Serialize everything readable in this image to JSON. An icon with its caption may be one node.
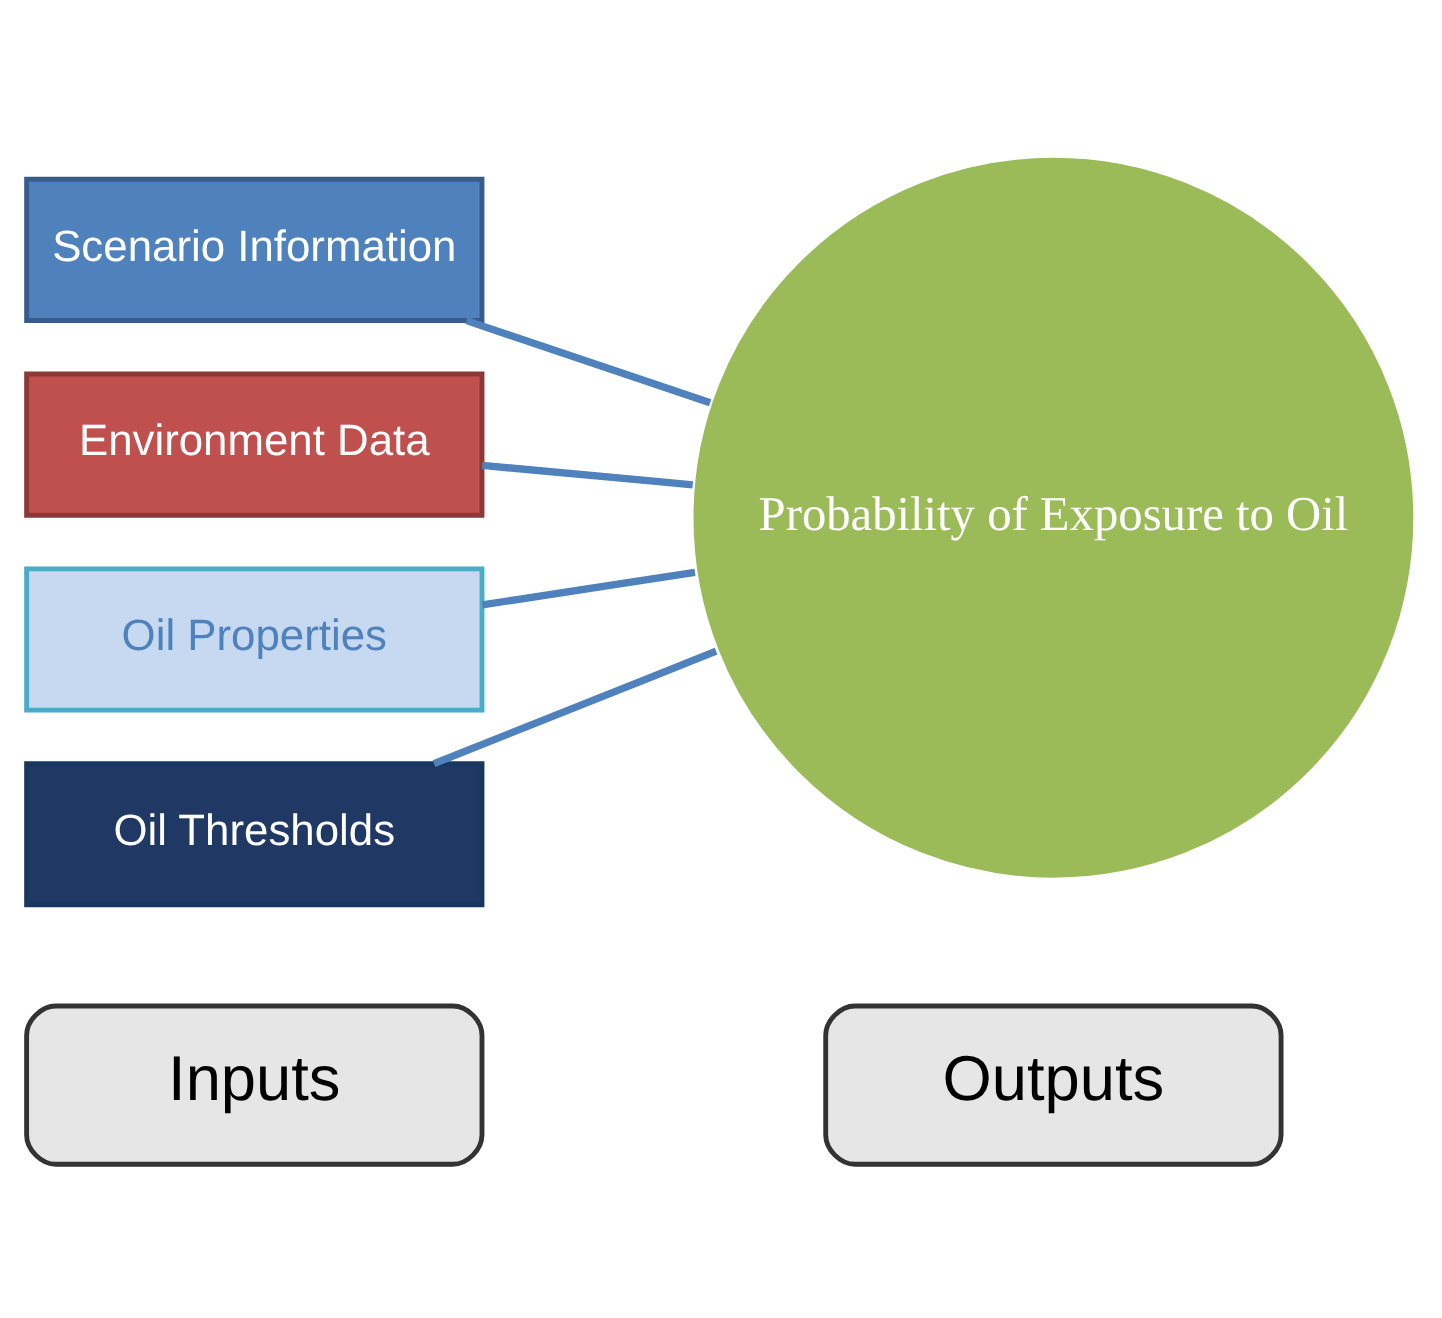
{
  "diagram": {
    "nodes": [
      {
        "text": [
          "Inputs"
        ]
      },
      {
        "text": [
          "Outputs"
        ]
      },
      {
        "text": [
          "Scenario Information"
        ]
      },
      {
        "text": [
          "Environment Data"
        ]
      },
      {
        "text": [
          "Oil Properties"
        ]
      },
      {
        "text": [
          "Oil Thresholds"
        ]
      },
      {
        "text": [
          "Probability of Exposure to Oil"
        ]
      }
    ],
    "edges": [
      {
        "from": 2,
        "to": 6,
        "arrow": "none"
      },
      {
        "from": 3,
        "to": 6,
        "arrow": "none"
      },
      {
        "from": 4,
        "to": 6,
        "arrow": "none"
      },
      {
        "from": 5,
        "to": 6,
        "arrow": "none"
      }
    ]
  }
}
